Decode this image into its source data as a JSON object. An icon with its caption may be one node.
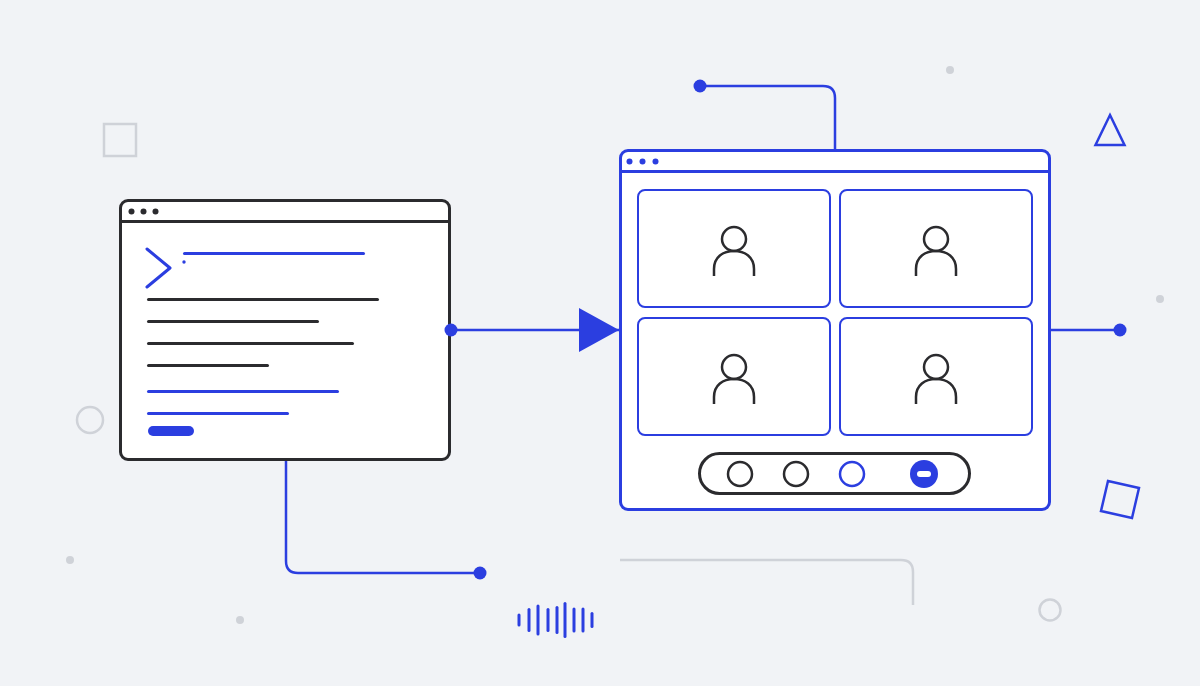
{
  "diagram": {
    "nodes": [
      {
        "text": [],
        "shape": "picture"
      },
      {
        "text": [],
        "shape": "picture"
      }
    ],
    "edges": [
      {
        "from": 0,
        "to": 1,
        "arrow": "to"
      },
      {
        "from": 0,
        "to": null,
        "arrow": "other"
      },
      {
        "from": 1,
        "to": null,
        "arrow": "other"
      },
      {
        "from": 1,
        "to": null,
        "arrow": "other"
      }
    ]
  }
}
